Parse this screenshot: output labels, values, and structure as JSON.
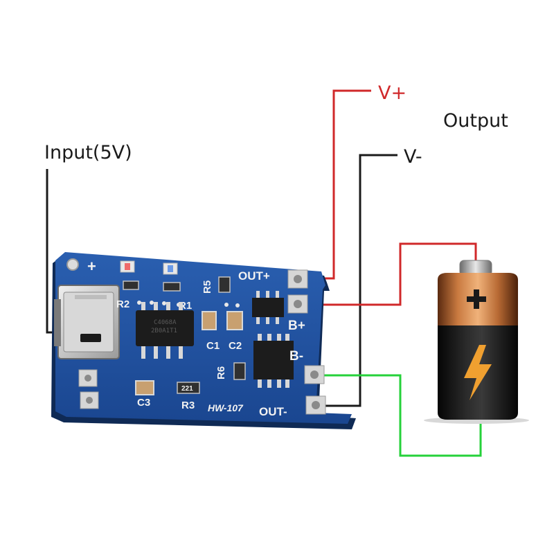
{
  "labels": {
    "input": "Input(5V)",
    "output": "Output",
    "v_plus": "V+",
    "v_minus": "V-"
  },
  "board": {
    "model": "HW-107",
    "pads": {
      "out_plus": "OUT+",
      "out_minus": "OUT-",
      "b_plus": "B+",
      "b_minus": "B-",
      "in_plus": "+",
      "in_minus": "−"
    },
    "components": {
      "r1": "R1",
      "r2": "R2",
      "r3": "R3",
      "r5": "R5",
      "r6": "R6",
      "c1": "C1",
      "c2": "C2",
      "c3": "C3"
    },
    "chip_marking_1": "C4068A",
    "chip_marking_2": "2B0A1T1",
    "resistor_code": "221"
  },
  "colors": {
    "board_blue": "#1f4f9a",
    "wire_red": "#d0282a",
    "wire_black": "#1a1a1a",
    "wire_green": "#25d13a",
    "battery_copper": "#b86a34",
    "battery_black": "#151515",
    "lightning": "#f0a030"
  },
  "icons": {
    "battery": "battery-icon",
    "usb": "micro-usb-port",
    "lightning": "lightning-icon"
  }
}
